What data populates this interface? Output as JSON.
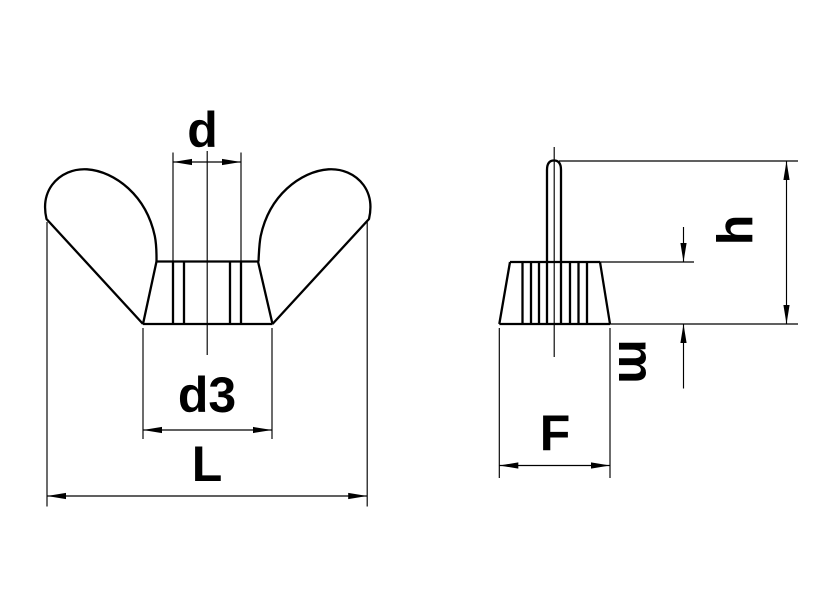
{
  "canvas": {
    "background": "#ffffff",
    "line_color": "#000000"
  },
  "drawing": {
    "front_view": {
      "dim_d": "d",
      "dim_d3": "d3",
      "dim_L": "L"
    },
    "side_view": {
      "dim_h": "h",
      "dim_m": "m",
      "dim_F": "F"
    }
  }
}
